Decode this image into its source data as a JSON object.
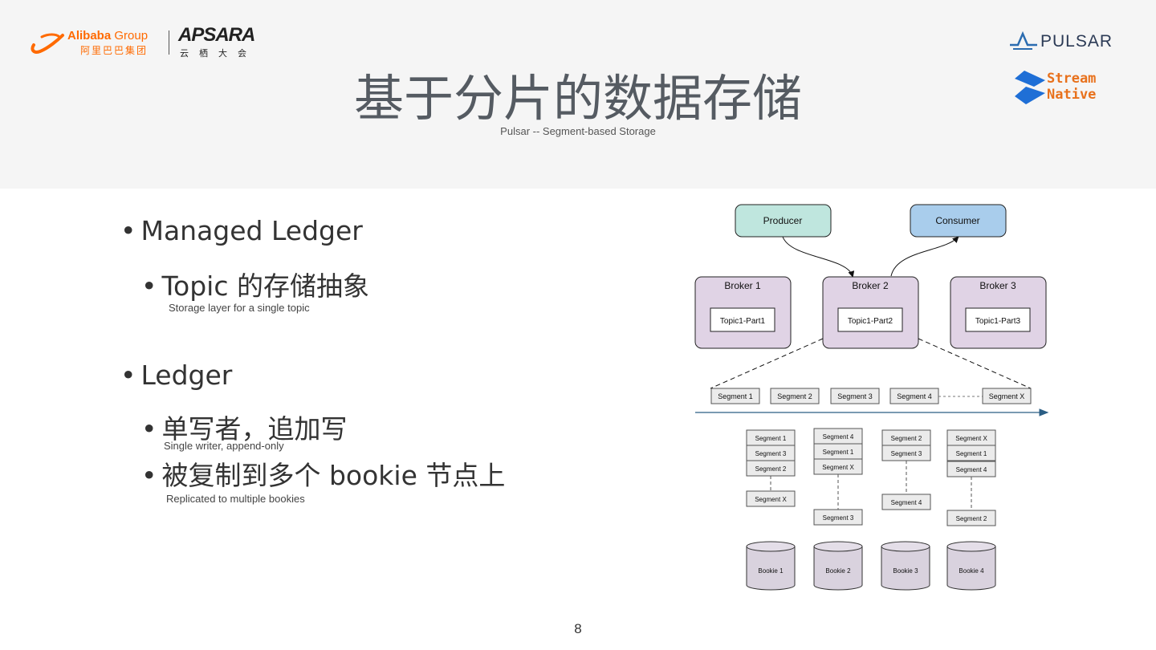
{
  "header": {
    "alibaba_en": "Alibaba",
    "alibaba_group": "Group",
    "alibaba_cn": "阿里巴巴集团",
    "apsara_en": "APSARA",
    "apsara_cn": "云栖大会",
    "title": "基于分片的数据存储",
    "subtitle": "Pulsar -- Segment-based Storage",
    "pulsar": "PULSAR",
    "streamnative_line1": "Stream",
    "streamnative_line2": "Native"
  },
  "bullets": [
    {
      "text": "Managed Ledger"
    },
    {
      "text": "Topic 的存储抽象",
      "note": "Storage layer for a single topic"
    },
    {
      "text": "Ledger"
    },
    {
      "text": "单写者，追加写",
      "note": "Single writer, append-only"
    },
    {
      "text": "被复制到多个 bookie 节点上",
      "note": "Replicated to multiple bookies"
    }
  ],
  "diagram": {
    "producer": "Producer",
    "consumer": "Consumer",
    "brokers": [
      {
        "name": "Broker 1",
        "topic": "Topic1-Part1"
      },
      {
        "name": "Broker 2",
        "topic": "Topic1-Part2"
      },
      {
        "name": "Broker 3",
        "topic": "Topic1-Part3"
      }
    ],
    "timeline_segments": [
      "Segment 1",
      "Segment 2",
      "Segment 3",
      "Segment 4",
      "Segment X"
    ],
    "bookies": [
      {
        "name": "Bookie 1",
        "segments": [
          "Segment 1",
          "Segment 3",
          "Segment 2"
        ],
        "last": "Segment X"
      },
      {
        "name": "Bookie 2",
        "segments": [
          "Segment 4",
          "Segment 1",
          "Segment X"
        ],
        "last": "Segment 3"
      },
      {
        "name": "Bookie 3",
        "segments": [
          "Segment 2",
          "Segment 3"
        ],
        "last": "Segment 4"
      },
      {
        "name": "Bookie 4",
        "segments": [
          "Segment X",
          "Segment 1",
          "Segment 4"
        ],
        "last": "Segment 2"
      }
    ],
    "colors": {
      "producer": "#bfe6de",
      "consumer": "#a9cdec",
      "broker": "#e0d3e5",
      "segment": "#ebebeb",
      "bookie": "#d9d2de",
      "timeline": "#2a5d84"
    }
  },
  "page_number": "8"
}
